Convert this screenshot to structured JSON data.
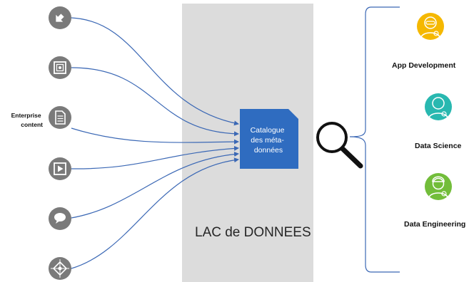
{
  "lake": {
    "label": "LAC de DONNEES"
  },
  "catalog": {
    "lines": [
      "Catalogue",
      "des méta-",
      "données"
    ]
  },
  "sources": {
    "enterprise_label": [
      "Enterprise",
      "content"
    ],
    "items": [
      {
        "icon": "arrows-icon"
      },
      {
        "icon": "image-icon"
      },
      {
        "icon": "document-icon"
      },
      {
        "icon": "video-icon"
      },
      {
        "icon": "chat-bubble-icon"
      },
      {
        "icon": "target-icon"
      }
    ]
  },
  "roles": [
    {
      "label": "App Development",
      "icon": "developer-icon",
      "color": "#f5b800"
    },
    {
      "label": "Data Science",
      "icon": "scientist-icon",
      "color": "#28b8b0"
    },
    {
      "label": "Data Engineering",
      "icon": "engineer-icon",
      "color": "#72bd3a"
    }
  ],
  "colors": {
    "lake": "#dcdcdc",
    "catalog": "#2f6cc0",
    "arrows": "#3b68b5",
    "source_icon": "#7a7a7a"
  }
}
